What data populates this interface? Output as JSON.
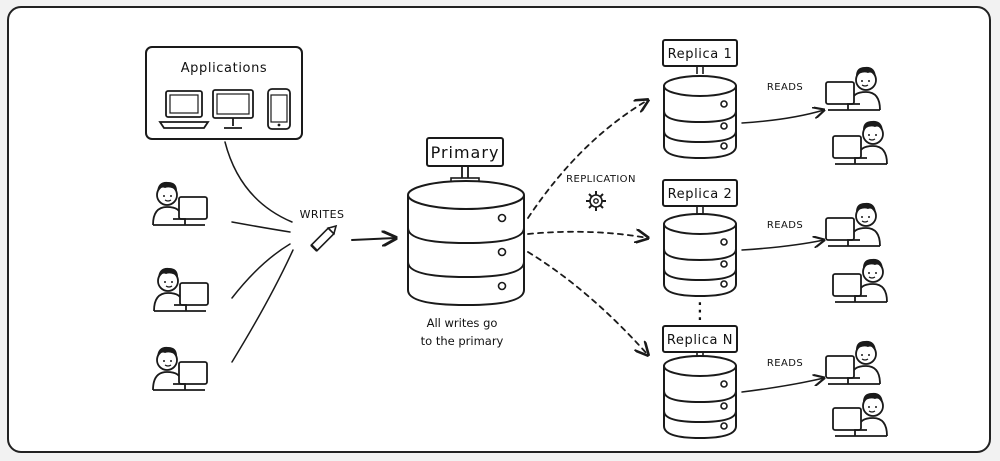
{
  "clients": {
    "applications_label": "Applications",
    "device_icons": [
      "laptop-icon",
      "monitor-icon",
      "phone-icon"
    ],
    "writer_icons": [
      "user-laptop-icon",
      "user-laptop-icon",
      "user-laptop-icon"
    ]
  },
  "writes": {
    "label": "WRITES",
    "icon": "pencil-icon"
  },
  "primary": {
    "label": "Primary",
    "caption_line1": "All writes go",
    "caption_line2": "to the primary"
  },
  "replication": {
    "label": "REPLICATION",
    "icon": "gear-icon"
  },
  "replicas": [
    {
      "label": "Replica 1",
      "reads_label": "READS"
    },
    {
      "label": "Replica 2",
      "reads_label": "READS"
    },
    {
      "label": "Replica N",
      "reads_label": "READS"
    }
  ],
  "ellipsis": "⋮"
}
